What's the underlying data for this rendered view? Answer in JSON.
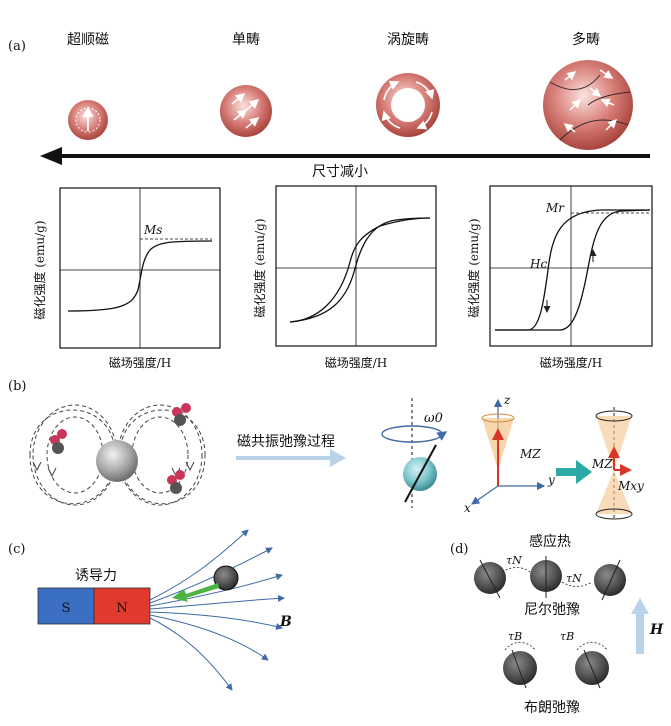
{
  "panel_a": {
    "label": "(a)",
    "domains": [
      "超顺磁",
      "单畴",
      "涡旋畴",
      "多畴"
    ],
    "arrow_label": "尺寸减小",
    "plots": [
      {
        "xlabel": "磁场强度/H",
        "ylabel": "磁化强度 (emu/g)",
        "annotation": "Ms"
      },
      {
        "xlabel": "磁场强度/H",
        "ylabel": "磁化强度 (emu/g)"
      },
      {
        "xlabel": "磁场强度/H",
        "ylabel": "磁化强度 (emu/g)",
        "mr_label": "Mr",
        "hc_label": "Hc"
      }
    ]
  },
  "panel_b": {
    "label": "(b)",
    "process_label": "磁共振弛豫过程",
    "omega_label": "ω0",
    "axis_z": "z",
    "axis_y": "y",
    "axis_x": "x",
    "mz_label": "MZ",
    "mz2_label": "MZ",
    "mxy_label": "Mxy"
  },
  "panel_c": {
    "label": "(c)",
    "force_label": "诱导力",
    "pole_s": "S",
    "pole_n": "N",
    "field_label": "B",
    "magnet_colors": {
      "s": "#3a6fc4",
      "n": "#e03a2f"
    }
  },
  "panel_d": {
    "label": "(d)",
    "title": "感应热",
    "tau_n_1": "τN",
    "tau_n_2": "τN",
    "neel_label": "尼尔弛豫",
    "tau_b_1": "τB",
    "tau_b_2": "τB",
    "brown_label": "布朗弛豫",
    "h_label": "H"
  }
}
